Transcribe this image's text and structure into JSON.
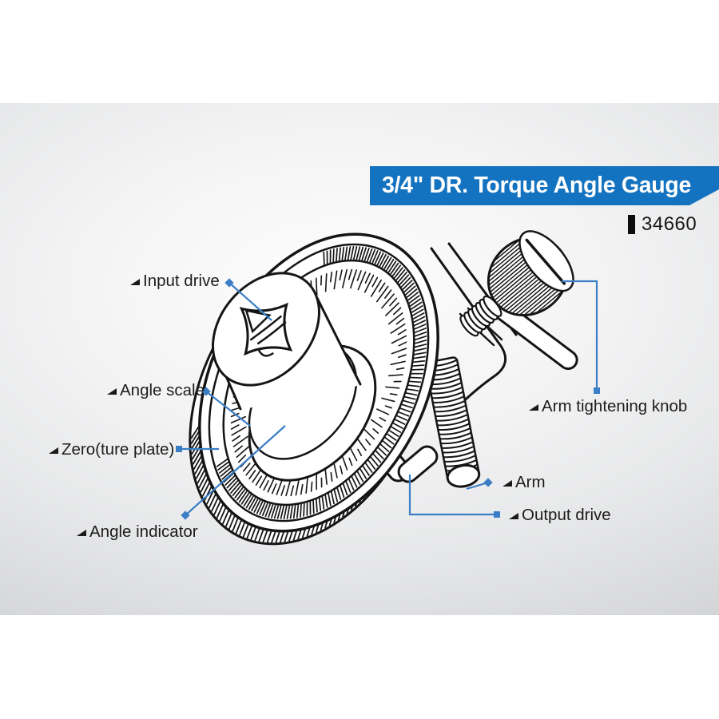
{
  "banner": {
    "title": "3/4\" DR. Torque Angle Gauge",
    "bg_color": "#1373c0",
    "text_color": "#ffffff"
  },
  "model": {
    "number": "34660"
  },
  "colors": {
    "ink": "#151515",
    "leader_blue": "#3b7ec6",
    "label_text": "#1c1c1c"
  },
  "labels": [
    {
      "id": "input-drive",
      "text": "Input drive"
    },
    {
      "id": "angle-scale",
      "text": "Angle scale"
    },
    {
      "id": "zero-ture-plate",
      "text": "Zero(ture plate)"
    },
    {
      "id": "angle-indicator",
      "text": "Angle indicator"
    },
    {
      "id": "arm-tightening-knob",
      "text": "Arm tightening knob"
    },
    {
      "id": "arm",
      "text": "Arm"
    },
    {
      "id": "output-drive",
      "text": "Output drive"
    }
  ]
}
